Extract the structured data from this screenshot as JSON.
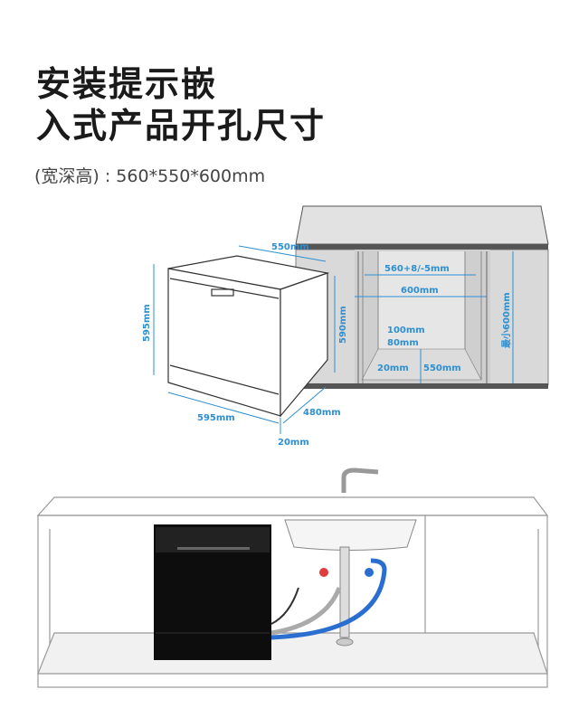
{
  "title_line1": "安装提示嵌",
  "title_line2": "入式产品开孔尺寸",
  "subtitle": "(宽深高) : 560*550*600mm",
  "colors": {
    "dimension": "#2e8fd0",
    "cabinet": "#d9d9d9",
    "dishwasher_body": "#111111"
  },
  "dishwasher_dims": {
    "depth_top": "550mm",
    "height_left": "595mm",
    "height_right": "590mm",
    "width_bottom": "595mm",
    "depth_bottom": "480mm",
    "gap": "20mm"
  },
  "cabinet_dims": {
    "opening_width": "560+8/-5mm",
    "inner_width": "600mm",
    "min_height": "最小600mm",
    "d100": "100mm",
    "d80": "80mm",
    "d20": "20mm",
    "depth": "550mm"
  }
}
